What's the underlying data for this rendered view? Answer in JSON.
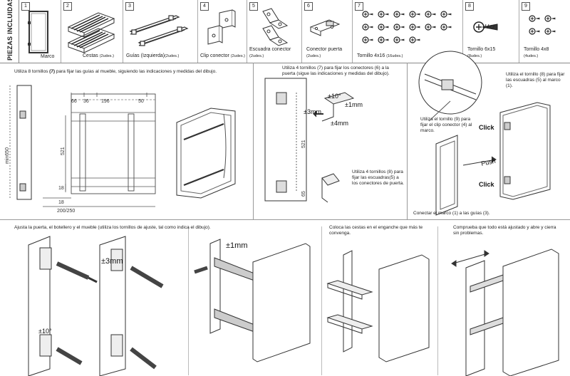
{
  "parts_title": "PIEZAS INCLUIDAS",
  "parts": [
    {
      "num": "1",
      "name": "Marco",
      "qty": ""
    },
    {
      "num": "2",
      "name": "Cestas ",
      "qty": "(2udes.)"
    },
    {
      "num": "3",
      "name": "Guías (Izquierda)",
      "qty": "(2udes.)"
    },
    {
      "num": "4",
      "name": "Clip conector ",
      "qty": "(2udes.)"
    },
    {
      "num": "5",
      "name": "Escuadra conector",
      "qty": "(2udes.)"
    },
    {
      "num": "6",
      "name": "Conector puerta",
      "qty": "(2udes.)"
    },
    {
      "num": "7",
      "name": "Tornillo 4x16 ",
      "qty": "(16udes.)"
    },
    {
      "num": "8",
      "name": "Tornillo 6x15",
      "qty": "(8udes.)"
    },
    {
      "num": "9",
      "name": "Tornillo 4x8",
      "qty": "(4udes.)"
    }
  ],
  "step1": {
    "text_a": "Utiliza 8 tornillos ",
    "bold": "(7)",
    "text_b": " para fijar las guías al mueble, siguiendo las indicaciones y medidas del dibujo.",
    "dims": {
      "d66": "66",
      "d36": "36",
      "d196": "196",
      "d50": "50",
      "d521": "521",
      "d18a": "18",
      "d18b": "18",
      "d200": "200/250",
      "min650": "min650"
    }
  },
  "step2": {
    "text": "Utiliza 4 tornillos (7) para fijar los conectores (6) a la puerta (sigue las indicaciones y medidas del dibujo).",
    "text_b": "Utiliza 4 tornillos (8) para fijar las escuadras(5) a los conectores de puerta.",
    "dims": {
      "a10": "±10°",
      "p1mm": "±1mm",
      "p3mm": "±3mm",
      "p4mm": "±4mm",
      "d521": "521",
      "d65": "65"
    }
  },
  "step3": {
    "text_a": "Utiliza el tornillo (8) para fijar las escuadras (5) al marco (1).",
    "text_b": "Utiliza el tornillo (9) para fijar el clip conector (4) al marco.",
    "text_c": "Conectar el marco (1) a las guías (3).",
    "click1": "Click",
    "push": "Push",
    "click2": "Click"
  },
  "step4": {
    "text": "Ajusta la puerta, el botellero y el mueble (utiliza los tornillos de ajuste, tal como indica el dibujo).",
    "a10": "±10°",
    "p3mm": "±3mm",
    "p1mm": "±1mm"
  },
  "step5": {
    "text": "Coloca las cestas en el enganche que más te convenga."
  },
  "step6": {
    "text": "Comprueba que todo está ajustado y abre y cierra sin problemas."
  }
}
